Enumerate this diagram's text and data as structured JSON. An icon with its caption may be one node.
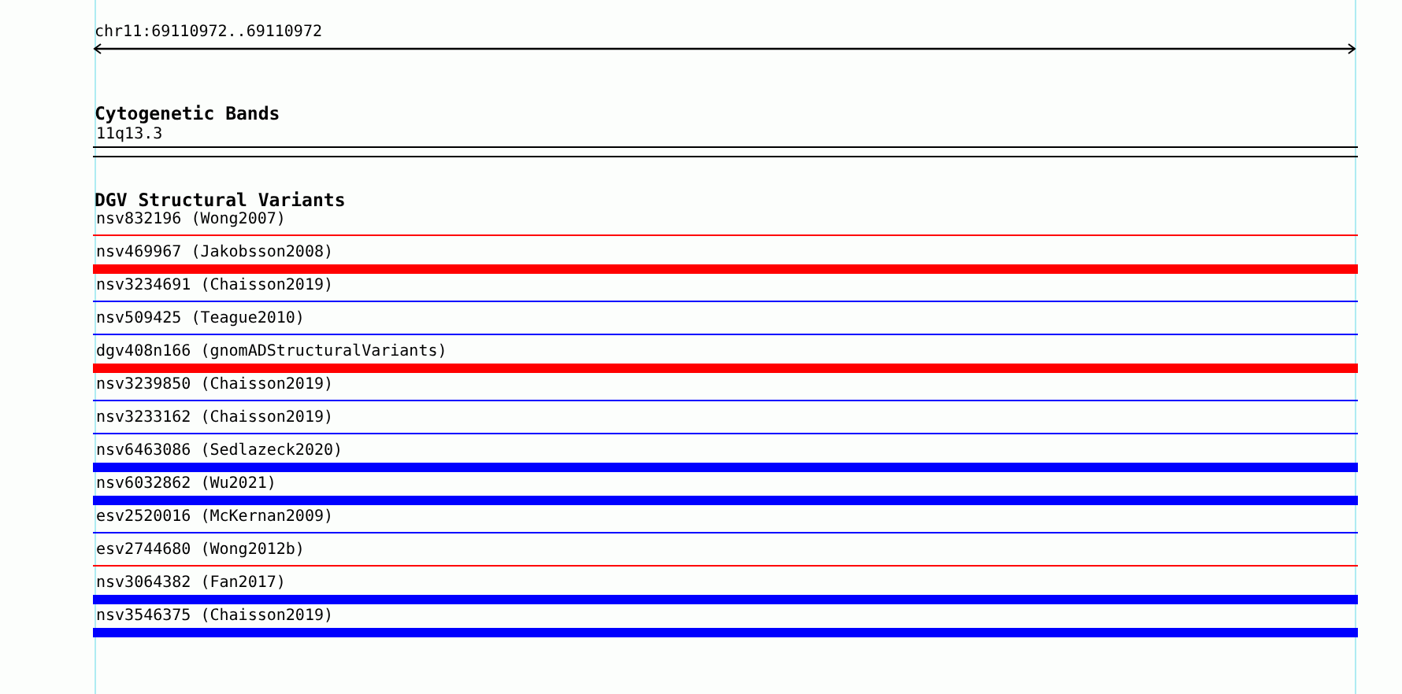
{
  "diagram": {
    "nodes": [
      {
        "text": [
          "11q13.3"
        ]
      },
      {
        "text": [
          "nsv832196 (Wong2007)"
        ]
      },
      {
        "text": [
          "nsv469967 (Jakobsson2008)"
        ]
      },
      {
        "text": [
          "nsv3234691 (Chaisson2019)"
        ]
      },
      {
        "text": [
          "nsv509425 (Teague2010)"
        ]
      },
      {
        "text": [
          "dgv408n166 (gnomADStructuralVariants)"
        ]
      },
      {
        "text": [
          "nsv3239850 (Chaisson2019)"
        ]
      },
      {
        "text": [
          "nsv3233162 (Chaisson2019)"
        ]
      },
      {
        "text": [
          "nsv6463086 (Sedlazeck2020)"
        ]
      },
      {
        "text": [
          "nsv6032862 (Wu2021)"
        ]
      },
      {
        "text": [
          "esv2520016 (McKernan2009)"
        ]
      },
      {
        "text": [
          "esv2744680 (Wong2012b)"
        ]
      },
      {
        "text": [
          "nsv3064382 (Fan2017)"
        ]
      },
      {
        "text": [
          "nsv3546375 (Chaisson2019)"
        ]
      }
    ],
    "labels": [
      "chr11:69110972..69110972",
      "Cytogenetic Bands",
      "DGV Structural Variants"
    ]
  }
}
